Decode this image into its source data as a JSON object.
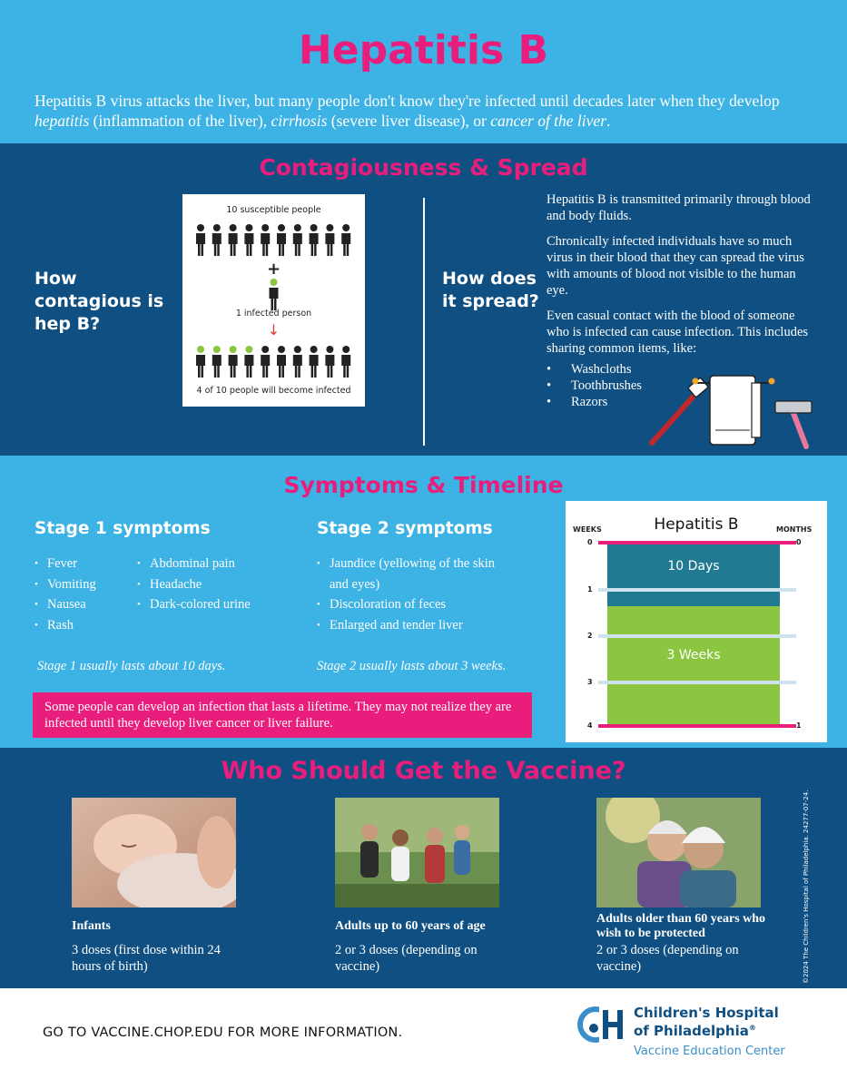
{
  "header": {
    "title": "Hepatitis B",
    "intro_1": "Hepatitis B virus attacks the liver, but many people don't know they're infected until decades later when they develop ",
    "intro_hep": "hepatitis",
    "intro_2": " (inflammation of the liver), ",
    "intro_cirr": "cirrhosis",
    "intro_3": " (severe liver disease), or ",
    "intro_cancer": "cancer of the liver",
    "intro_4": "."
  },
  "contagiousness": {
    "title": "Contagiousness & Spread",
    "question_1": "How contagious is hep B?",
    "question_2": "How does it spread?",
    "figure": {
      "label_top": "10 susceptible people",
      "plus": "+",
      "label_mid": "1 infected person",
      "arrow": "↓",
      "label_bottom": "4 of 10 people will become infected"
    },
    "spread_p1": "Hepatitis B is transmitted primarily through blood and body fluids.",
    "spread_p2": "Chronically infected individuals have so much virus in their blood that they can spread the virus with amounts of blood not visible to the human eye.",
    "spread_p3": "Even casual contact with the blood of someone who is infected can cause infection. This includes sharing common items, like:",
    "items": [
      "Washcloths",
      "Toothbrushes",
      "Razors"
    ]
  },
  "symptoms": {
    "title": "Symptoms & Timeline",
    "stage1_title": "Stage 1 symptoms",
    "stage1_col1": [
      "Fever",
      "Vomiting",
      "Nausea",
      "Rash"
    ],
    "stage1_col2": [
      "Abdominal pain",
      "Headache",
      "Dark-colored urine"
    ],
    "stage1_duration": "Stage 1 usually lasts about 10 days.",
    "stage2_title": "Stage 2 symptoms",
    "stage2_list": [
      "Jaundice (yellowing of the skin and eyes)",
      "Discoloration of feces",
      "Enlarged and tender liver"
    ],
    "stage2_duration": "Stage 2 usually lasts about 3 weeks.",
    "lifetime_note": "Some people can develop an infection that lasts a lifetime. They may not realize they are infected until they develop liver cancer or liver failure."
  },
  "timeline": {
    "title": "Hepatitis B",
    "left_axis": "WEEKS",
    "right_axis": "MONTHS",
    "week_ticks": [
      "0",
      "1",
      "2",
      "3",
      "4"
    ],
    "month_ticks": [
      "0",
      "1"
    ],
    "stage1_label": "10 Days",
    "stage2_label": "3 Weeks",
    "colors": {
      "stage1": "#207a92",
      "stage2": "#8cc640",
      "marker": "#e91e7c",
      "gridline": "#cfe3ef"
    }
  },
  "vaccine": {
    "title": "Who Should Get the Vaccine?",
    "groups": [
      {
        "title": "Infants",
        "desc": "3 doses (first dose within 24 hours of birth)",
        "photo": "sleeping-newborn-photo"
      },
      {
        "title": "Adults up to 60 years of age",
        "desc": "2 or 3 doses (depending on vaccine)",
        "photo": "adults-running-photo"
      },
      {
        "title": "Adults older than 60 years who wish to be protected",
        "desc": "2 or 3 doses (depending on vaccine)",
        "photo": "older-couple-photo"
      }
    ],
    "copyright": "©2024 The Children's Hospital of Philadelphia. 24277-07-24."
  },
  "footer": {
    "cta": "GO TO VACCINE.CHOP.EDU FOR MORE INFORMATION.",
    "org_line1": "Children's Hospital",
    "org_line2": "of Philadelphia",
    "org_mark": "®",
    "org_line3": "Vaccine Education Center",
    "logo": "chop-logo-icon"
  }
}
